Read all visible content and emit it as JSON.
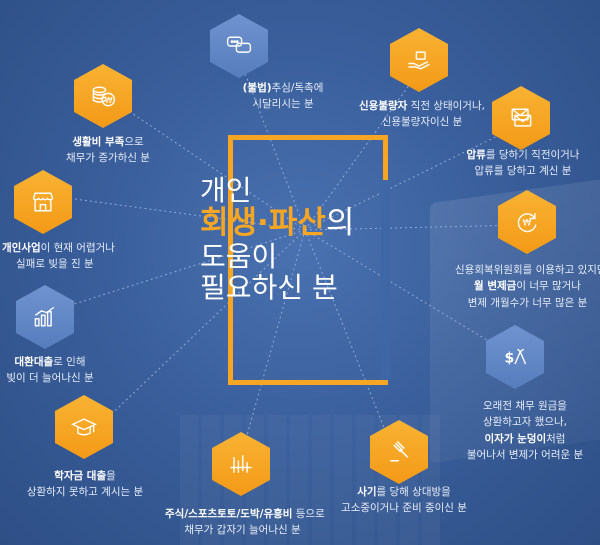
{
  "headline": {
    "line1": "개인",
    "line2_highlight": "회생·파산",
    "line2_suffix": "의",
    "line3": "도움이",
    "line4": "필요하신 분"
  },
  "items": [
    {
      "icon": "chat-bubbles-icon",
      "bold": "(불법)",
      "text1": "추심/독촉에",
      "text2": "시달리시는 분"
    },
    {
      "icon": "hand-money-icon",
      "bold": "신용불량자",
      "text1": " 직전 상태이거나,",
      "text2": "신용불량자이신 분"
    },
    {
      "icon": "mail-icon",
      "bold": "압류",
      "text1": "를 당하기 직전이거나",
      "text2": "압류를 당하고 계신 분"
    },
    {
      "icon": "won-refresh-icon",
      "bold": "",
      "text1": "신용회복위원회를 이용하고 있지만",
      "text2_bold": "월 변제금",
      "text2": "이 너무 많거나",
      "text3": "변제 개월수가 너무 많은 분"
    },
    {
      "icon": "dollar-trend-icon",
      "bold": "",
      "text1": "오래전 채무 원금을",
      "text2": "상환하고자 했으나,",
      "text3_bold": "이자가 눈덩이",
      "text3": "처럼",
      "text4": "불어나서 변제가 어려운 분"
    },
    {
      "icon": "gavel-icon",
      "bold": "사기",
      "text1": "를 당해 상대방을",
      "text2": "고소중이거나 준비 중이신 분"
    },
    {
      "icon": "chart-bars-icon",
      "bold": "주식/스포츠토토/도박/유흥비",
      "text1": " 등으로",
      "text2": "채무가 갑자기 늘어나신 분"
    },
    {
      "icon": "graduation-cap-icon",
      "bold": "학자금 대출",
      "text1": "을",
      "text2": "상환하지 못하고 계시는 분"
    },
    {
      "icon": "growth-chart-icon",
      "bold": "대환대출",
      "text1": "로 인해",
      "text2": "빚이 더 늘어나신 분"
    },
    {
      "icon": "store-icon",
      "bold": "개인사업",
      "text1": "이 현재 어렵거나",
      "text2": "실패로 빚을 진 분"
    },
    {
      "icon": "coins-won-icon",
      "bold": "생활비 부족",
      "text1": "으로",
      "text2": "채무가 증가하신 분"
    }
  ],
  "colors": {
    "orange": "#f6a623",
    "blue_hex": "#6f93cf",
    "background": "#3a5f9c"
  }
}
